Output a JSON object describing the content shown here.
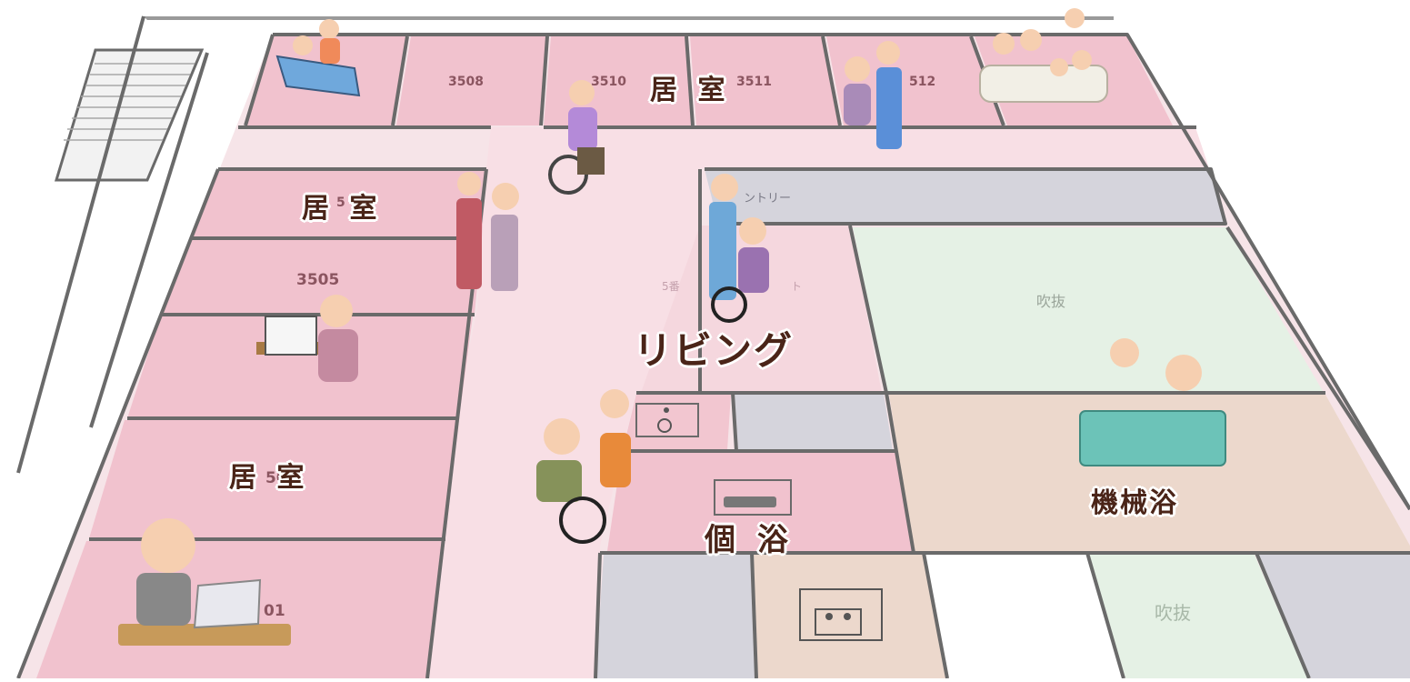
{
  "labels": {
    "room_top": "居 室",
    "room_left_upper": "居 室",
    "room_left_lower": "居 室",
    "living": "リビング",
    "private_bath": "個 浴",
    "machine_bath": "機械浴"
  },
  "room_numbers": {
    "r3508": "3508",
    "r3510": "3510",
    "r3511": "3511",
    "r3512": "512",
    "r3505": "3505",
    "r3505b": "5",
    "r3503": "50",
    "r3501": "01"
  },
  "faint": {
    "pantry": "ントリー",
    "living_sub": "5番",
    "living_sub2": "ト",
    "void_1": "吹抜",
    "void_2": "吹抜"
  },
  "icons": [
    "accessible-icon",
    "bathtub-icon",
    "elevator-icon"
  ],
  "colors": {
    "room_pink": "#f2c3cf",
    "corridor_pink": "#f7dde3",
    "grey_room": "#d4d4dc",
    "void_green": "#e4f1e4",
    "bath_beige": "#ecd8cc",
    "wall": "#6e6e6e",
    "label_brown": "#4a2418"
  }
}
